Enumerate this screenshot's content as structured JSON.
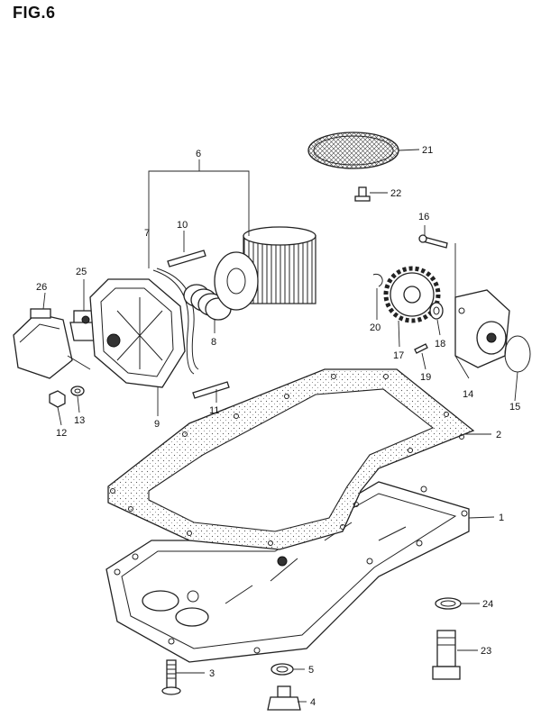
{
  "title": "FIG.6",
  "callouts": [
    {
      "id": "1",
      "label": "1"
    },
    {
      "id": "2",
      "label": "2"
    },
    {
      "id": "3",
      "label": "3"
    },
    {
      "id": "4",
      "label": "4"
    },
    {
      "id": "5",
      "label": "5"
    },
    {
      "id": "6",
      "label": "6"
    },
    {
      "id": "7",
      "label": "7"
    },
    {
      "id": "8",
      "label": "8"
    },
    {
      "id": "9",
      "label": "9"
    },
    {
      "id": "10",
      "label": "10"
    },
    {
      "id": "11",
      "label": "11"
    },
    {
      "id": "12",
      "label": "12"
    },
    {
      "id": "13",
      "label": "13"
    },
    {
      "id": "14",
      "label": "14"
    },
    {
      "id": "15",
      "label": "15"
    },
    {
      "id": "16",
      "label": "16"
    },
    {
      "id": "17",
      "label": "17"
    },
    {
      "id": "18",
      "label": "18"
    },
    {
      "id": "19",
      "label": "19"
    },
    {
      "id": "20",
      "label": "20"
    },
    {
      "id": "21",
      "label": "21"
    },
    {
      "id": "22",
      "label": "22"
    },
    {
      "id": "23",
      "label": "23"
    },
    {
      "id": "24",
      "label": "24"
    },
    {
      "id": "25",
      "label": "25"
    },
    {
      "id": "26",
      "label": "26"
    }
  ]
}
